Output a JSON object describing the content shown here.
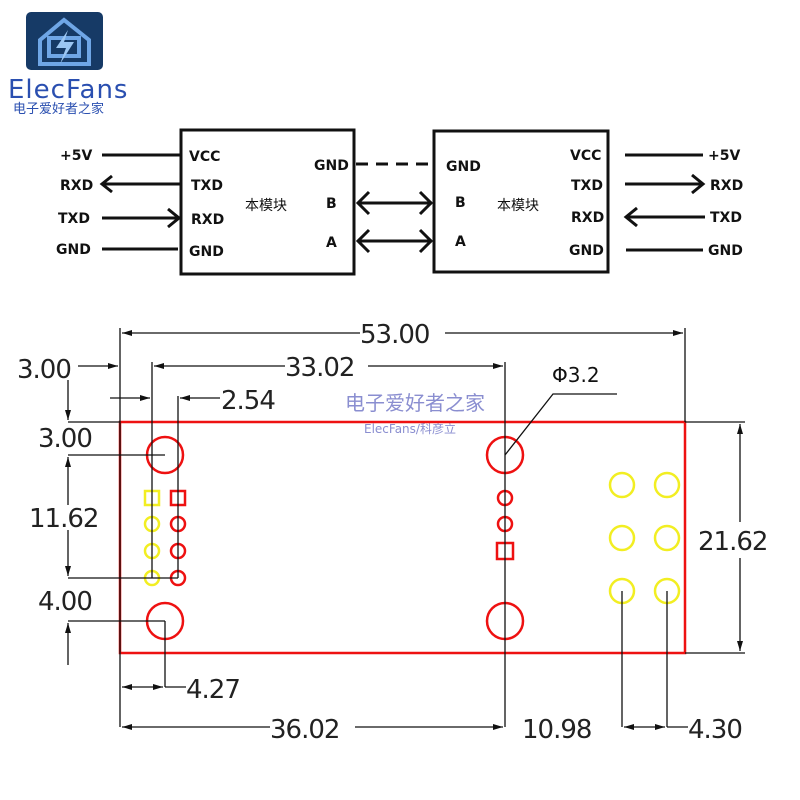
{
  "logo": {
    "brand": "ElecFans",
    "subtitle": "电子爱好者之家",
    "brand_color": "#2a4fb0"
  },
  "wiring": {
    "left_external": [
      "+5V",
      "RXD",
      "TXD",
      "GND"
    ],
    "left_module": {
      "left_pins": [
        "VCC",
        "TXD",
        "RXD",
        "GND"
      ],
      "right_pins": [
        "GND",
        "B",
        "A"
      ],
      "title": "本模块"
    },
    "right_module": {
      "left_pins": [
        "GND",
        "B",
        "A"
      ],
      "right_pins": [
        "VCC",
        "TXD",
        "RXD",
        "GND"
      ],
      "title": "本模块"
    },
    "right_external": [
      "+5V",
      "RXD",
      "TXD",
      "GND"
    ]
  },
  "drawing": {
    "width": "53.00",
    "hole_spacing": "33.02",
    "pin_pitch": "2.54",
    "left_offset": "3.00",
    "top_offset": "3.00",
    "pin_span": "11.62",
    "bottom_offset": "4.00",
    "hole_x": "4.27",
    "hole_to_hole_x": "36.02",
    "to_right_pads": "10.98",
    "pad_pitch": "4.30",
    "height": "21.62",
    "hole_diameter": "Φ3.2",
    "board_color": "#ee1111",
    "pad_color": "#f2ee22"
  },
  "watermark": {
    "line1": "电子爱好者之家",
    "line2": "ElecFans/科彦立"
  }
}
